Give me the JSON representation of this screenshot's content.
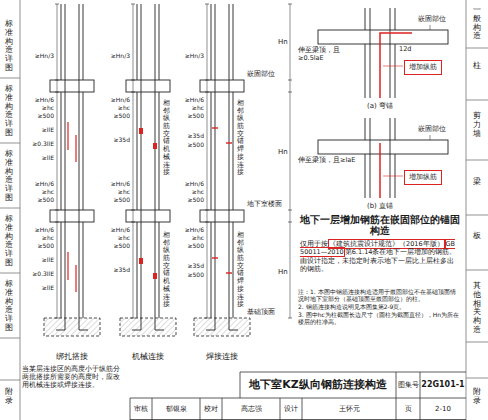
{
  "diagram": {
    "title": "地下室KZ纵向钢筋连接构造",
    "nodes": [
      {
        "text": [
          "增加纵筋"
        ]
      },
      {
        "text": [
          "增加纵筋"
        ]
      }
    ],
    "labels": [
      "标准构造详图",
      "标准构造详图",
      "标准构造详图",
      "标准构造详图",
      "标准构造详图",
      "附录",
      "一般构造",
      "柱",
      "剪力墙",
      "梁",
      "板",
      "其他相关构造",
      "附录",
      "≥Hn/3",
      "≥Hn/6",
      "≥hc",
      "≥500",
      "≥llE",
      "≥0.3llE",
      "≥llE",
      "≥Hn/6",
      "≥hc",
      "≥500",
      "≥Hn/6",
      "≥hc",
      "≥500",
      "≥llE",
      "≥0.3llE",
      "≥llE",
      "≥Hn/3",
      "≥Hn/6",
      "≥hc",
      "≥500",
      "≥35d",
      "≥Hn/6",
      "≥hc",
      "≥500",
      "≥Hn/6",
      "≥hc",
      "≥500",
      "≥35d",
      "相邻纵筋交错机械连接",
      "相邻纵筋交错机械连接",
      "≥Hn/3",
      "≥Hn/6",
      "≥hc",
      "≥500",
      "≥35d",
      "≥500",
      "≥Hn/6",
      "≥hc",
      "≥500",
      "≥Hn/6",
      "≥hc",
      "≥500",
      "≥35d",
      "≥500",
      "相邻纵筋交错焊接连接",
      "相邻纵筋交错焊接连接",
      "嵌固部位",
      "地下室楼面",
      "基础顶面",
      "Hn",
      "Hn",
      "Hn",
      "绑扎搭接",
      "机械连接",
      "焊接连接",
      "当某层连接区的高度小于纵筋分两批搭接所需要的高度时，应改用机械连接或焊接连接。",
      "伸至梁顶，且≥0.5laE",
      "12d",
      "嵌固部位",
      "(a) 弯锚",
      "伸至梁顶，且≥laE",
      "嵌固部位",
      "(b) 直锚",
      "地下一层增加钢筋在嵌固部位的锚固构造",
      "仅用于按",
      "《建筑抗震设计规范》（2016年版）",
      "GB 50011—2010",
      "第6.1.14条在地下一层增加的钢筋。由设计指定，未指定时表示地下一层比上层柱多出的钢筋。",
      "注：1. 本图中钢筋连接构造适用于嵌固部位不在基础顶面情况时地下室部分（基础顶面至嵌固部位）的柱。",
      "2. 钢筋连接构造说明见本图集第2-9页。",
      "3. 图中hc为柱截面长边尺寸（圆柱为截面直径），Hn为所在楼层的柱净高。",
      "图集号",
      "22G101-1",
      "审核",
      "郁银泉",
      "校对",
      "高志强",
      "设计",
      "王怀元",
      "页",
      "2-10"
    ]
  }
}
